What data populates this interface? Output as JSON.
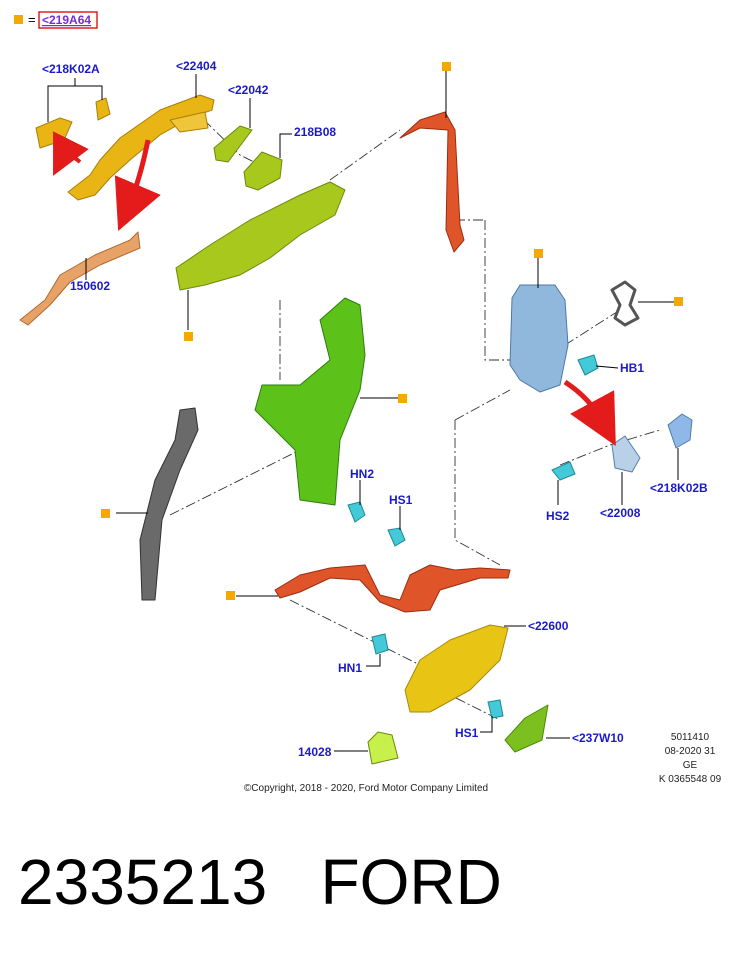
{
  "legend": {
    "equals": "=",
    "ref": "<219A64",
    "colors": {
      "marker": "#f5a800",
      "ref_text": "#7a2ccf",
      "ref_border": "#e02020"
    }
  },
  "labels": {
    "p218K02A": "<218K02A",
    "p22404": "<22404",
    "p22042": "<22042",
    "p218B08": "218B08",
    "p150602": "150602",
    "pHB1": "HB1",
    "p218K02B": "<218K02B",
    "pHS2": "HS2",
    "p22008": "<22008",
    "pHN2": "HN2",
    "pHS1a": "HS1",
    "p22600": "<22600",
    "pHN1": "HN1",
    "pHS1b": "HS1",
    "p237W10": "<237W10",
    "p14028": "14028"
  },
  "label_color": "#1a1acc",
  "copyright": "©Copyright, 2018 - 2020, Ford Motor Company Limited",
  "stamp": [
    "5011410",
    "08-2020 31",
    "GE",
    "K 0365548 09"
  ],
  "caption": {
    "part_number": "2335213",
    "brand": "FORD"
  },
  "part_colors": {
    "handle": "#e8b514",
    "bracket": "#a8c81e",
    "frame": "#5cc21a",
    "cable": "#e0542a",
    "latch": "#8fb8dc",
    "clip": "#44c9d8",
    "seal": "#6a6a6a",
    "inner_handle": "#e8c414",
    "cover": "#7cc020",
    "rod": "#e7a267"
  },
  "icons": [
    "arrow-red-icon",
    "marker-square-icon"
  ]
}
